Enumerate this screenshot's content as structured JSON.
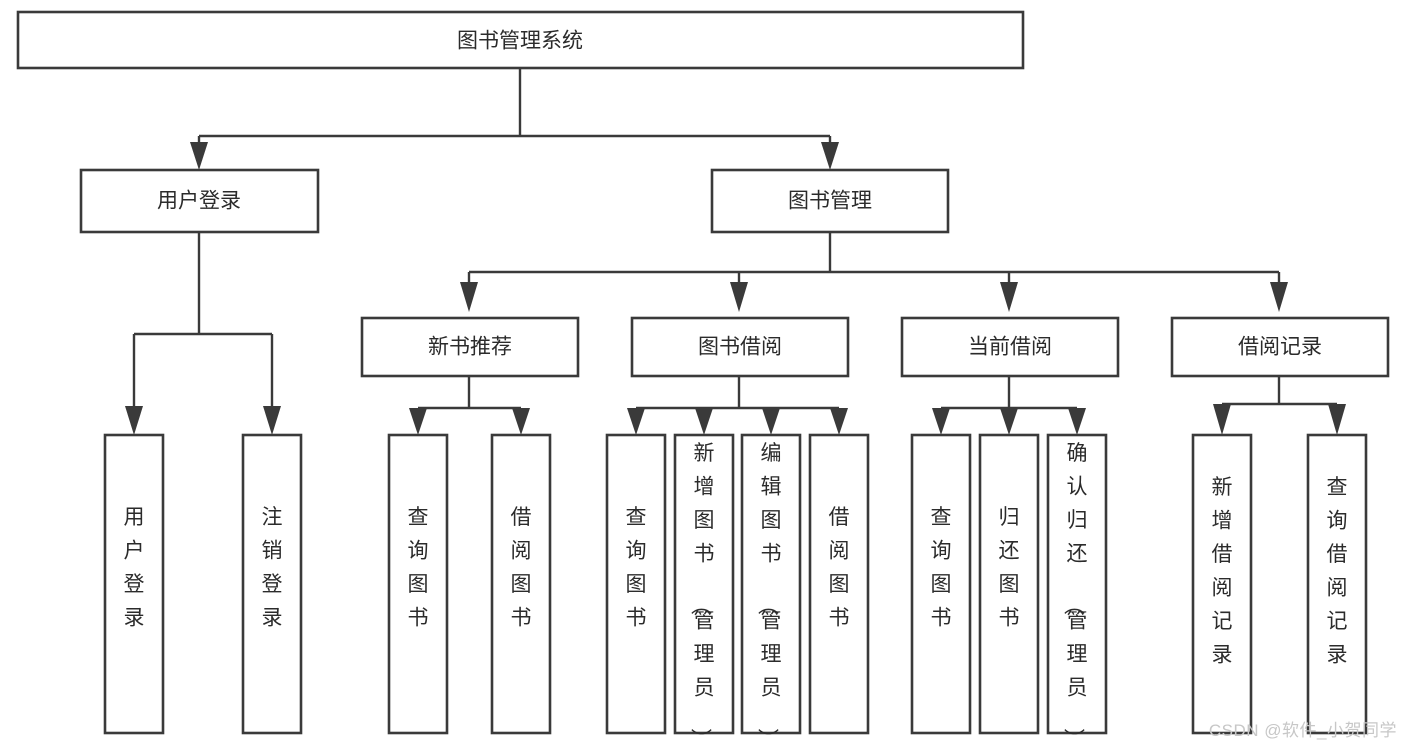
{
  "diagram": {
    "type": "tree",
    "title": "图书管理系统",
    "orientation": "top-down",
    "root": {
      "id": "root",
      "label": "图书管理系统",
      "text_orientation": "horizontal"
    },
    "level1": [
      {
        "id": "user-login",
        "label": "用户登录",
        "text_orientation": "horizontal"
      },
      {
        "id": "book-management",
        "label": "图书管理",
        "text_orientation": "horizontal"
      }
    ],
    "level2": [
      {
        "id": "new-book-recommend",
        "label": "新书推荐",
        "parent": "book-management",
        "text_orientation": "horizontal"
      },
      {
        "id": "book-borrow",
        "label": "图书借阅",
        "parent": "book-management",
        "text_orientation": "horizontal"
      },
      {
        "id": "current-borrow",
        "label": "当前借阅",
        "parent": "book-management",
        "text_orientation": "horizontal"
      },
      {
        "id": "borrow-record",
        "label": "借阅记录",
        "parent": "book-management",
        "text_orientation": "horizontal"
      }
    ],
    "leaves": [
      {
        "id": "leaf-user-login",
        "label": "用户登录",
        "parent": "user-login",
        "text_orientation": "vertical"
      },
      {
        "id": "leaf-user-logout",
        "label": "注销登录",
        "parent": "user-login",
        "text_orientation": "vertical"
      },
      {
        "id": "leaf-query-book-1",
        "label": "查询图书",
        "parent": "new-book-recommend",
        "text_orientation": "vertical"
      },
      {
        "id": "leaf-borrow-book-1",
        "label": "借阅图书",
        "parent": "new-book-recommend",
        "text_orientation": "vertical"
      },
      {
        "id": "leaf-query-book-2",
        "label": "查询图书",
        "parent": "book-borrow",
        "text_orientation": "vertical"
      },
      {
        "id": "leaf-add-book",
        "label": "新增图书（管理员）",
        "parent": "book-borrow",
        "text_orientation": "vertical"
      },
      {
        "id": "leaf-edit-book",
        "label": "编辑图书（管理员）",
        "parent": "book-borrow",
        "text_orientation": "vertical"
      },
      {
        "id": "leaf-borrow-book-2",
        "label": "借阅图书",
        "parent": "book-borrow",
        "text_orientation": "vertical"
      },
      {
        "id": "leaf-query-book-3",
        "label": "查询图书",
        "parent": "current-borrow",
        "text_orientation": "vertical"
      },
      {
        "id": "leaf-return-book",
        "label": "归还图书",
        "parent": "current-borrow",
        "text_orientation": "vertical"
      },
      {
        "id": "leaf-confirm-return",
        "label": "确认归还（管理员）",
        "parent": "current-borrow",
        "text_orientation": "vertical"
      },
      {
        "id": "leaf-add-record",
        "label": "新增借阅记录",
        "parent": "borrow-record",
        "text_orientation": "vertical"
      },
      {
        "id": "leaf-query-record",
        "label": "查询借阅记录",
        "parent": "borrow-record",
        "text_orientation": "vertical"
      }
    ],
    "colors": {
      "box_stroke": "#3a3a3a",
      "box_fill": "#ffffff",
      "connector": "#3a3a3a",
      "text": "#2b2b2b",
      "background": "#ffffff",
      "watermark": "#c7c7c7"
    }
  },
  "watermark": {
    "label": "CSDN @软件_小贺同学"
  }
}
